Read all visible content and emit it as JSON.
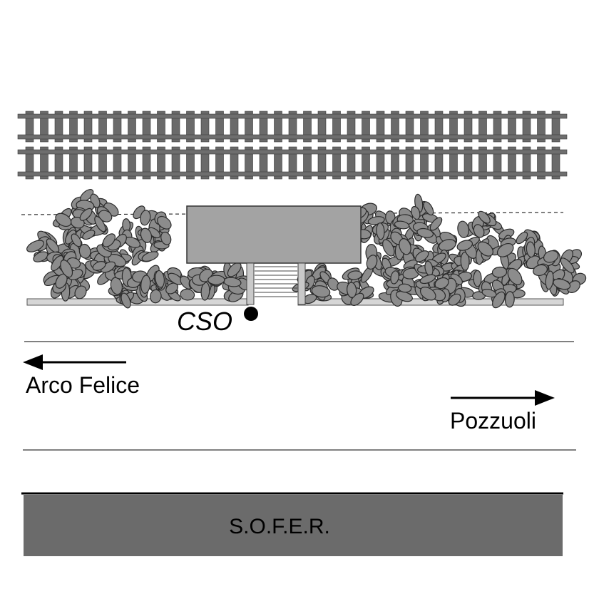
{
  "map": {
    "marker_label": "CSO",
    "left_direction_label": "Arco Felice",
    "right_direction_label": "Pozzuoli",
    "building_label": "S.O.F.E.R."
  },
  "colors": {
    "rail": "#6e6e6e",
    "rail_tie": "#6a6a6a",
    "station_building": "#a3a3a3",
    "bush_leaf": "#8c8c8c",
    "sofer_building": "#6b6b6b",
    "road_line": "#000000"
  }
}
